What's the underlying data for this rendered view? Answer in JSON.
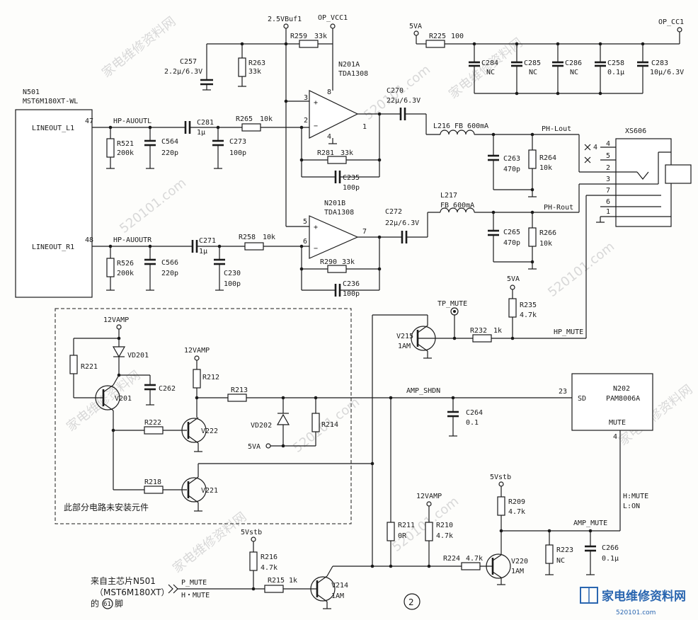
{
  "watermarks": {
    "site": "家电维修资料网",
    "url": "520101.com"
  },
  "logo": {
    "text": "家电维修资料网",
    "url": "520101.com"
  },
  "ic_n501": {
    "ref": "N501",
    "part": "MST6M180XT-WL",
    "pin_l": "LINEOUT_L1",
    "pin_l_num": "47",
    "pin_r": "LINEOUT_R1",
    "pin_r_num": "48"
  },
  "ic_n201a": {
    "ref": "N201A",
    "part": "TDA1308",
    "pin3": "3",
    "pin2": "2",
    "pin8": "8",
    "pin4": "4",
    "pin1": "1",
    "plus": "+",
    "minus": "−"
  },
  "ic_n201b": {
    "ref": "N201B",
    "part": "TDA1308",
    "pin5": "5",
    "pin6": "6",
    "pin7": "7",
    "plus": "+",
    "minus": "−"
  },
  "ic_n202": {
    "ref": "N202",
    "part": "PAM8006A",
    "pin_sd": "SD",
    "pin_sd_num": "23",
    "pin_mute": "MUTE",
    "pin_mute_num": "4"
  },
  "xs606": {
    "ref": "XS606",
    "pins": [
      "4",
      "5",
      "2",
      "3",
      "7",
      "6",
      "1"
    ]
  },
  "nets": {
    "buf": "2.5VBuf1",
    "op_vcc": "OP_VCC1",
    "fivev_top": "5VA",
    "op_cc": "OP_CC1",
    "hp_l": "HP-AUOUTL",
    "hp_r": "HP-AUOUTR",
    "ph_l": "PH-Lout",
    "ph_r": "PH-Rout",
    "tp_mute": "TP_MUTE",
    "fivev_mid": "5VA",
    "hp_mute": "HP_MUTE",
    "amp_shdn": "AMP_SHDN",
    "amp_mute": "AMP_MUTE",
    "h_mute": "H:MUTE",
    "l_on": "L:ON",
    "p_mute": "P_MUTE",
    "h_mute2": "H・MUTE",
    "vamp1": "12VAMP",
    "vamp2": "12VAMP",
    "vamp3": "12VAMP",
    "vstb1": "5Vstb",
    "vstb2": "5Vstb",
    "fiveva_box": "5VA"
  },
  "components": {
    "r259": {
      "ref": "R259",
      "val": "33k"
    },
    "c257": {
      "ref": "C257",
      "val": "2.2μ/6.3V"
    },
    "r263": {
      "ref": "R263",
      "val": "33k"
    },
    "r225": {
      "ref": "R225",
      "val": "100"
    },
    "c284": {
      "ref": "C284",
      "val": "NC"
    },
    "c285": {
      "ref": "C285",
      "val": "NC"
    },
    "c286": {
      "ref": "C286",
      "val": "NC"
    },
    "c258": {
      "ref": "C258",
      "val": "0.1μ"
    },
    "c283": {
      "ref": "C283",
      "val": "10μ/6.3V"
    },
    "c270": {
      "ref": "C270",
      "val": "22μ/6.3V"
    },
    "c281": {
      "ref": "C281",
      "val": "1μ"
    },
    "r265": {
      "ref": "R265",
      "val": "10k"
    },
    "r521": {
      "ref": "R521",
      "val": "200k"
    },
    "c564": {
      "ref": "C564",
      "val": "220p"
    },
    "c273": {
      "ref": "C273",
      "val": "100p"
    },
    "r281": {
      "ref": "R281",
      "val": "33k"
    },
    "c235": {
      "ref": "C235",
      "val": "100p"
    },
    "l216": {
      "ref": "L216",
      "val": "FB 600mA"
    },
    "c263": {
      "ref": "C263",
      "val": "470p"
    },
    "r264": {
      "ref": "R264",
      "val": "10k"
    },
    "c272": {
      "ref": "C272",
      "val": "22μ/6.3V"
    },
    "l217": {
      "ref": "L217",
      "val": "FB 600mA"
    },
    "c265": {
      "ref": "C265",
      "val": "470p"
    },
    "r266": {
      "ref": "R266",
      "val": "10k"
    },
    "c271": {
      "ref": "C271",
      "val": "1μ"
    },
    "r258": {
      "ref": "R258",
      "val": "10k"
    },
    "r526": {
      "ref": "R526",
      "val": "200k"
    },
    "c566": {
      "ref": "C566",
      "val": "220p"
    },
    "c230": {
      "ref": "C230",
      "val": "100p"
    },
    "r290": {
      "ref": "R290",
      "val": "33k"
    },
    "c236": {
      "ref": "C236",
      "val": "100p"
    },
    "r235": {
      "ref": "R235",
      "val": "4.7k"
    },
    "v215": {
      "ref": "V215",
      "val": "1AM"
    },
    "r232": {
      "ref": "R232",
      "val": "1k"
    },
    "vd201": {
      "ref": "VD201"
    },
    "r221": {
      "ref": "R221"
    },
    "v201": {
      "ref": "V201"
    },
    "c262": {
      "ref": "C262"
    },
    "r212": {
      "ref": "R212"
    },
    "r213": {
      "ref": "R213"
    },
    "r222": {
      "ref": "R222"
    },
    "v222": {
      "ref": "V222"
    },
    "vd202": {
      "ref": "VD202"
    },
    "r214": {
      "ref": "R214"
    },
    "c264": {
      "ref": "C264",
      "val": "0.1"
    },
    "r218": {
      "ref": "R218"
    },
    "v221": {
      "ref": "V221"
    },
    "r211": {
      "ref": "R211",
      "val": "0R"
    },
    "r210": {
      "ref": "R210",
      "val": "4.7k"
    },
    "r209": {
      "ref": "R209",
      "val": "4.7k"
    },
    "r224": {
      "ref": "R224",
      "val": "4.7k"
    },
    "v220": {
      "ref": "V220",
      "val": "1AM"
    },
    "r223": {
      "ref": "R223",
      "val": "NC"
    },
    "c266": {
      "ref": "C266",
      "val": "0.1μ"
    },
    "r216": {
      "ref": "R216",
      "val": "4.7k"
    },
    "r215": {
      "ref": "R215",
      "val": "1k"
    },
    "v214": {
      "ref": "V214",
      "val": "1AM"
    }
  },
  "notes": {
    "uninstalled": "此部分电路未安装元件",
    "from_line1": "来自主芯片N501",
    "from_line2": "（MST6M180XT）",
    "from_line3": "的",
    "pin_circle": "61",
    "from_line4": "脚",
    "fig_num": "2"
  }
}
